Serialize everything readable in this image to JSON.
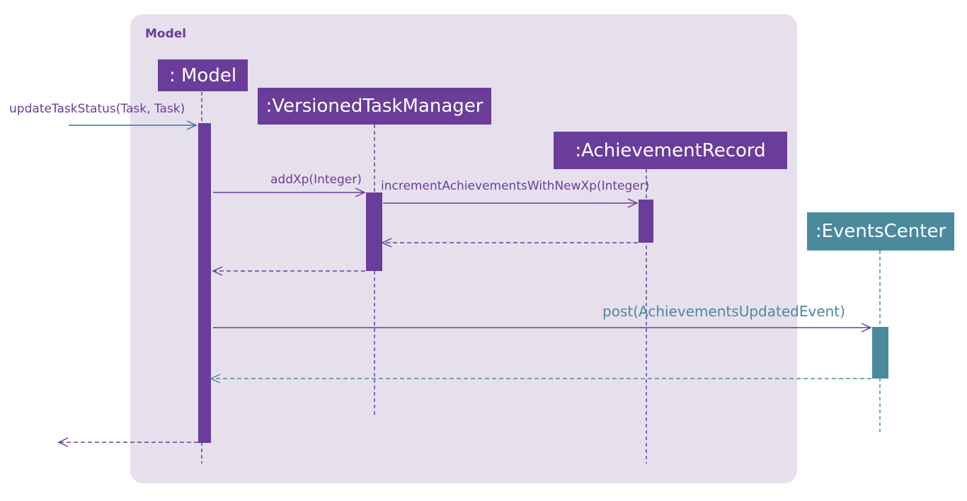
{
  "frame": {
    "label": "Model"
  },
  "participants": [
    {
      "id": "model",
      "label": ": Model"
    },
    {
      "id": "vtm",
      "label": ":VersionedTaskManager"
    },
    {
      "id": "achievement",
      "label": ":AchievementRecord"
    },
    {
      "id": "events",
      "label": ":EventsCenter"
    }
  ],
  "messages": {
    "update": "updateTaskStatus(Task, Task)",
    "addxp": "addXp(Integer)",
    "increment": "incrementAchievementsWithNewXp(Integer)",
    "post": "post(AchievementsUpdatedEvent)"
  },
  "colors": {
    "purple": "#6a3d9a",
    "teal": "#4a8a9c",
    "blue": "#2e75b6",
    "frame_bg": "#e6e0ec"
  }
}
